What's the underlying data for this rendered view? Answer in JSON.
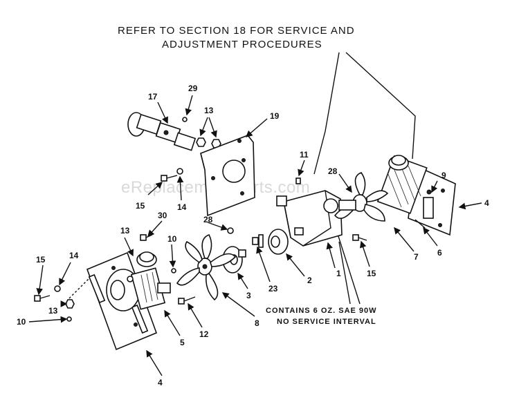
{
  "notes": {
    "refer_line1": "REFER TO SECTION 18 FOR SERVICE AND",
    "refer_line2": "ADJUSTMENT PROCEDURES",
    "contains_line1": "CONTAINS 6 OZ. SAE 90W",
    "contains_line2": "NO SERVICE INTERVAL"
  },
  "watermark": "eReplacementParts.com",
  "callouts": {
    "c17": "17",
    "c29": "29",
    "c13a": "13",
    "c19": "19",
    "c11": "11",
    "c28a": "28",
    "c9": "9",
    "c4a": "4",
    "c15a": "15",
    "c14a": "14",
    "c30": "30",
    "c28b": "28",
    "c13b": "13",
    "c10a": "10",
    "c15b": "15",
    "c14b": "14",
    "c13c": "13",
    "c10b": "10",
    "c3": "3",
    "c23": "23",
    "c2": "2",
    "c1": "1",
    "c15c": "15",
    "c7": "7",
    "c6": "6",
    "c12": "12",
    "c8": "8",
    "c5": "5",
    "c4b": "4"
  }
}
